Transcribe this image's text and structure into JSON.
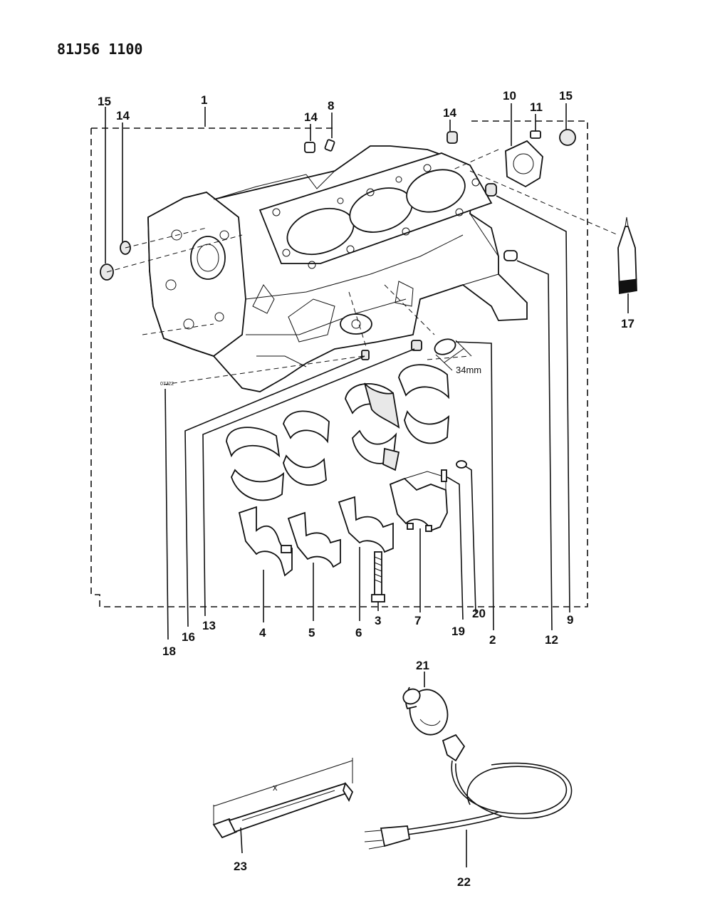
{
  "diagram": {
    "code": "81J56 1100",
    "dimension": "34mm",
    "x_mark": "x",
    "small_mark": "07J22",
    "callouts": [
      "1",
      "2",
      "3",
      "4",
      "5",
      "6",
      "7",
      "8",
      "9",
      "10",
      "11",
      "12",
      "13",
      "14",
      "14",
      "14",
      "15",
      "15",
      "16",
      "17",
      "18",
      "19",
      "20",
      "21",
      "22",
      "23"
    ]
  }
}
